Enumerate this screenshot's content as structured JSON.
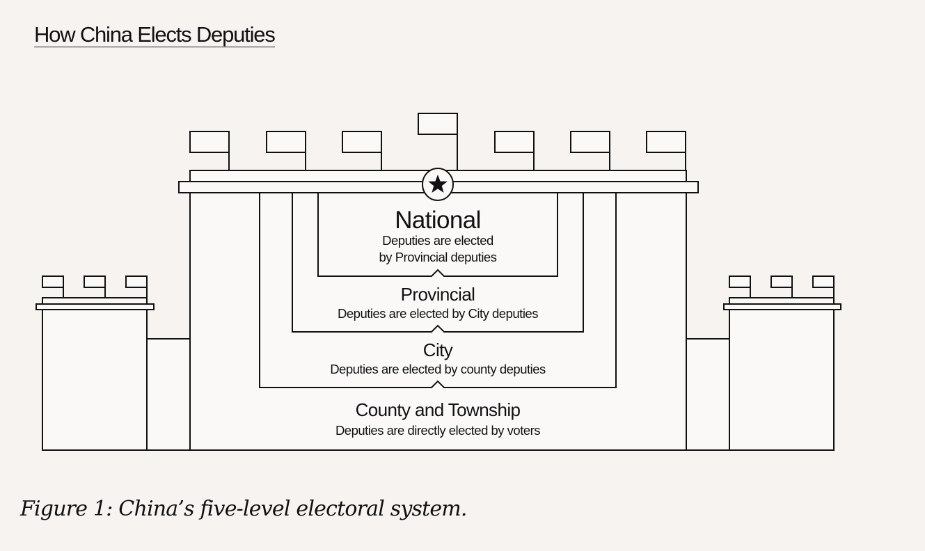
{
  "title": "How China Elects Deputies",
  "caption": "Figure 1: China’s five-level electoral system.",
  "colors": {
    "background": "#f6f3f0",
    "fill": "#faf9f8",
    "stroke": "#111111"
  },
  "emblem_icon": "star-icon",
  "levels": [
    {
      "name": "National",
      "description_lines": [
        "Deputies are elected",
        "by Provincial deputies"
      ]
    },
    {
      "name": "Provincial",
      "description_lines": [
        "Deputies are elected by City deputies"
      ]
    },
    {
      "name": "City",
      "description_lines": [
        "Deputies are elected by county deputies"
      ]
    },
    {
      "name": "County and Township",
      "description_lines": [
        "Deputies are directly elected by voters"
      ]
    }
  ]
}
